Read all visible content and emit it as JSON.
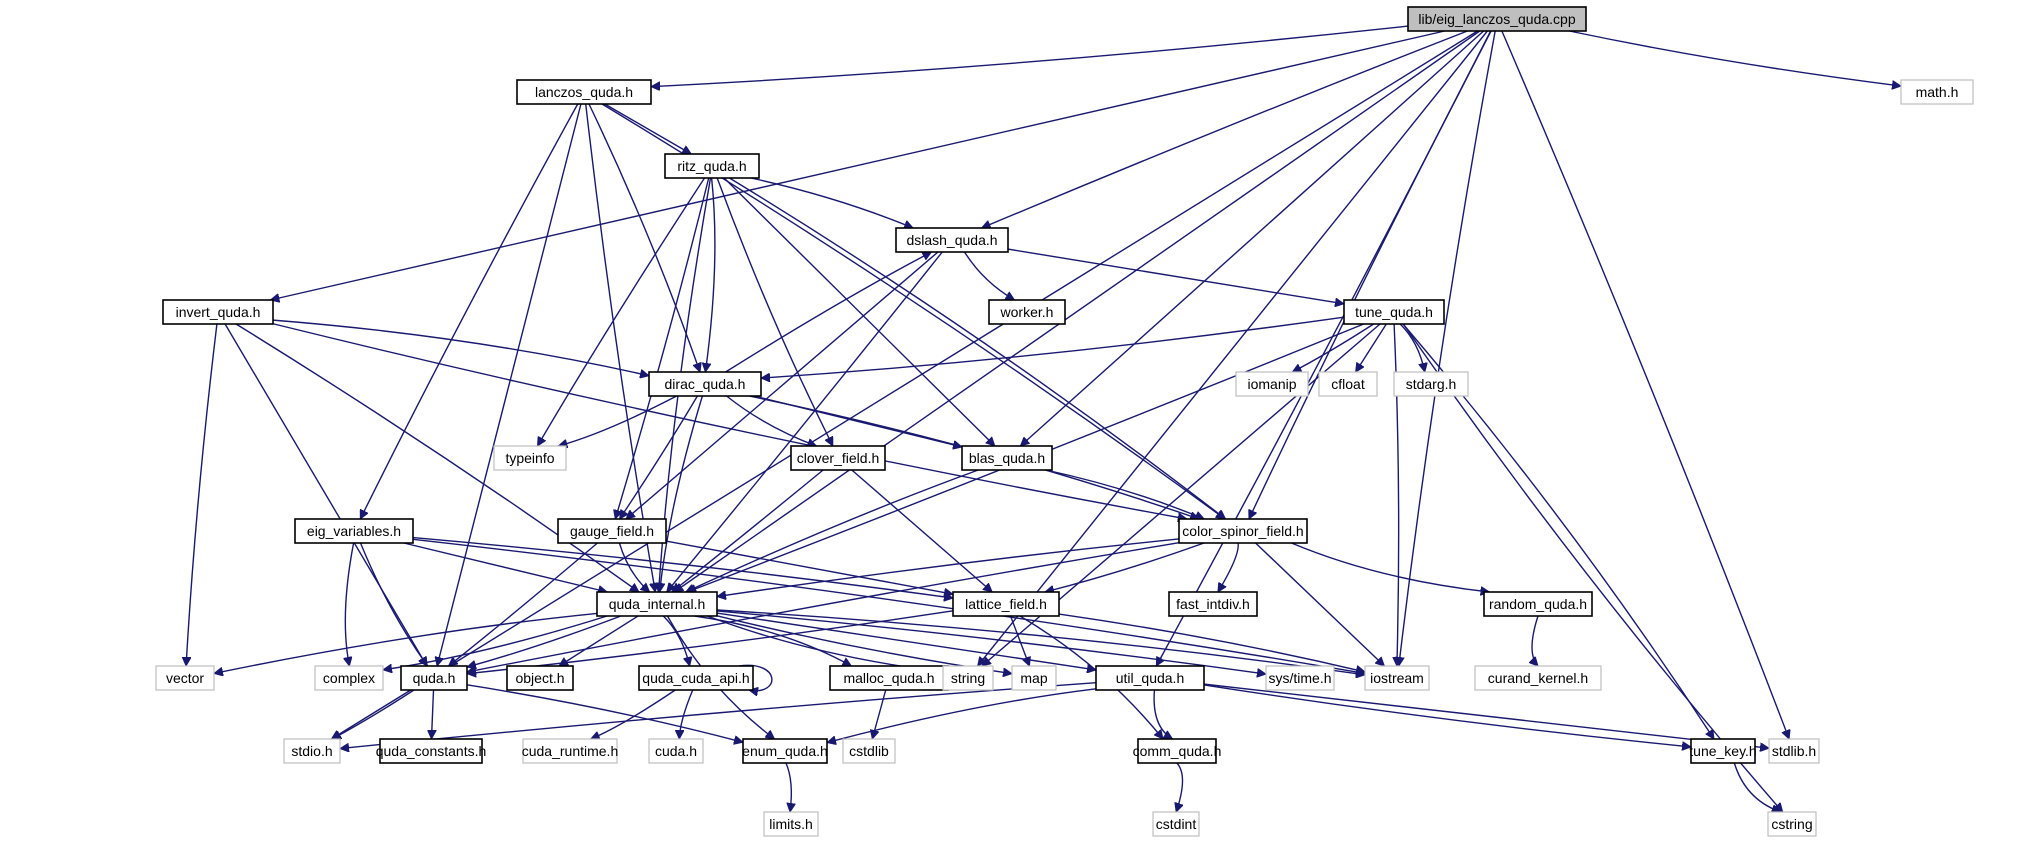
{
  "title": "Include dependency graph for lib/eig_lanczos_quda.cpp",
  "colors": {
    "edge": "#191970",
    "root_fill": "#bfbfbf",
    "root_border": "#000000",
    "project_border": "#000000",
    "system_border": "#bfbfbf",
    "node_fill": "#ffffff"
  },
  "nodes": [
    {
      "id": "root",
      "label": "lib/eig_lanczos_quda.cpp",
      "kind": "root"
    },
    {
      "id": "lanczos",
      "label": "lanczos_quda.h",
      "kind": "project"
    },
    {
      "id": "math",
      "label": "math.h",
      "kind": "system"
    },
    {
      "id": "ritz",
      "label": "ritz_quda.h",
      "kind": "project"
    },
    {
      "id": "dslash",
      "label": "dslash_quda.h",
      "kind": "project"
    },
    {
      "id": "invert",
      "label": "invert_quda.h",
      "kind": "project"
    },
    {
      "id": "worker",
      "label": "worker.h",
      "kind": "project"
    },
    {
      "id": "tune",
      "label": "tune_quda.h",
      "kind": "project"
    },
    {
      "id": "dirac",
      "label": "dirac_quda.h",
      "kind": "project"
    },
    {
      "id": "iomanip",
      "label": "iomanip",
      "kind": "system"
    },
    {
      "id": "cfloat",
      "label": "cfloat",
      "kind": "system"
    },
    {
      "id": "stdarg",
      "label": "stdarg.h",
      "kind": "system"
    },
    {
      "id": "typeinfo",
      "label": "typeinfo",
      "kind": "system"
    },
    {
      "id": "clover",
      "label": "clover_field.h",
      "kind": "project"
    },
    {
      "id": "blas",
      "label": "blas_quda.h",
      "kind": "project"
    },
    {
      "id": "eigvars",
      "label": "eig_variables.h",
      "kind": "project"
    },
    {
      "id": "gauge",
      "label": "gauge_field.h",
      "kind": "project"
    },
    {
      "id": "csf",
      "label": "color_spinor_field.h",
      "kind": "project"
    },
    {
      "id": "qinternal",
      "label": "quda_internal.h",
      "kind": "project"
    },
    {
      "id": "lattice",
      "label": "lattice_field.h",
      "kind": "project"
    },
    {
      "id": "fastintdiv",
      "label": "fast_intdiv.h",
      "kind": "project"
    },
    {
      "id": "random",
      "label": "random_quda.h",
      "kind": "project"
    },
    {
      "id": "vector",
      "label": "vector",
      "kind": "system"
    },
    {
      "id": "complex",
      "label": "complex",
      "kind": "system"
    },
    {
      "id": "quda",
      "label": "quda.h",
      "kind": "project"
    },
    {
      "id": "object",
      "label": "object.h",
      "kind": "project"
    },
    {
      "id": "cudaapi",
      "label": "quda_cuda_api.h",
      "kind": "project"
    },
    {
      "id": "malloc",
      "label": "malloc_quda.h",
      "kind": "project"
    },
    {
      "id": "string",
      "label": "string",
      "kind": "system"
    },
    {
      "id": "map",
      "label": "map",
      "kind": "system"
    },
    {
      "id": "util",
      "label": "util_quda.h",
      "kind": "project"
    },
    {
      "id": "systime",
      "label": "sys/time.h",
      "kind": "system"
    },
    {
      "id": "iostream",
      "label": "iostream",
      "kind": "system"
    },
    {
      "id": "curand",
      "label": "curand_kernel.h",
      "kind": "system"
    },
    {
      "id": "stdio",
      "label": "stdio.h",
      "kind": "system"
    },
    {
      "id": "qconst",
      "label": "quda_constants.h",
      "kind": "project"
    },
    {
      "id": "cudart",
      "label": "cuda_runtime.h",
      "kind": "system"
    },
    {
      "id": "cudah",
      "label": "cuda.h",
      "kind": "system"
    },
    {
      "id": "enumq",
      "label": "enum_quda.h",
      "kind": "project"
    },
    {
      "id": "cstdlib",
      "label": "cstdlib",
      "kind": "system"
    },
    {
      "id": "comm",
      "label": "comm_quda.h",
      "kind": "project"
    },
    {
      "id": "tunekey",
      "label": "tune_key.h",
      "kind": "project"
    },
    {
      "id": "stdlib",
      "label": "stdlib.h",
      "kind": "system"
    },
    {
      "id": "limits",
      "label": "limits.h",
      "kind": "system"
    },
    {
      "id": "cstdint",
      "label": "cstdint",
      "kind": "system"
    },
    {
      "id": "cstring",
      "label": "cstring",
      "kind": "system"
    }
  ],
  "edges": [
    [
      "root",
      "lanczos"
    ],
    [
      "root",
      "math"
    ],
    [
      "root",
      "invert"
    ],
    [
      "root",
      "dslash"
    ],
    [
      "root",
      "blas"
    ],
    [
      "root",
      "csf"
    ],
    [
      "root",
      "qinternal"
    ],
    [
      "root",
      "stdio"
    ],
    [
      "root",
      "stdlib"
    ],
    [
      "root",
      "util"
    ],
    [
      "root",
      "iostream"
    ],
    [
      "root",
      "string"
    ],
    [
      "lanczos",
      "ritz"
    ],
    [
      "lanczos",
      "dirac"
    ],
    [
      "lanczos",
      "csf"
    ],
    [
      "lanczos",
      "eigvars"
    ],
    [
      "lanczos",
      "qinternal"
    ],
    [
      "lanczos",
      "quda"
    ],
    [
      "ritz",
      "dslash"
    ],
    [
      "ritz",
      "dirac"
    ],
    [
      "ritz",
      "typeinfo"
    ],
    [
      "ritz",
      "clover"
    ],
    [
      "ritz",
      "blas"
    ],
    [
      "ritz",
      "gauge"
    ],
    [
      "ritz",
      "csf"
    ],
    [
      "ritz",
      "qinternal"
    ],
    [
      "dslash",
      "worker"
    ],
    [
      "dslash",
      "tune"
    ],
    [
      "dslash",
      "gauge"
    ],
    [
      "dslash",
      "qinternal"
    ],
    [
      "tune",
      "dirac"
    ],
    [
      "tune",
      "iomanip"
    ],
    [
      "tune",
      "cfloat"
    ],
    [
      "tune",
      "stdarg"
    ],
    [
      "tune",
      "tunekey"
    ],
    [
      "tune",
      "cstring"
    ],
    [
      "tune",
      "qinternal"
    ],
    [
      "tune",
      "string"
    ],
    [
      "tune",
      "iostream"
    ],
    [
      "invert",
      "dirac"
    ],
    [
      "invert",
      "csf"
    ],
    [
      "invert",
      "vector"
    ],
    [
      "invert",
      "quda"
    ],
    [
      "invert",
      "qinternal"
    ],
    [
      "dirac",
      "dslash"
    ],
    [
      "dirac",
      "typeinfo"
    ],
    [
      "dirac",
      "clover"
    ],
    [
      "dirac",
      "blas"
    ],
    [
      "dirac",
      "gauge"
    ],
    [
      "dirac",
      "csf"
    ],
    [
      "dirac",
      "qinternal"
    ],
    [
      "clover",
      "qinternal"
    ],
    [
      "clover",
      "lattice"
    ],
    [
      "blas",
      "csf"
    ],
    [
      "blas",
      "qinternal"
    ],
    [
      "eigvars",
      "complex"
    ],
    [
      "eigvars",
      "quda"
    ],
    [
      "eigvars",
      "qinternal"
    ],
    [
      "eigvars",
      "lattice"
    ],
    [
      "eigvars",
      "iostream"
    ],
    [
      "gauge",
      "quda"
    ],
    [
      "gauge",
      "qinternal"
    ],
    [
      "gauge",
      "lattice"
    ],
    [
      "csf",
      "qinternal"
    ],
    [
      "csf",
      "fastintdiv"
    ],
    [
      "csf",
      "random"
    ],
    [
      "csf",
      "lattice"
    ],
    [
      "csf",
      "iostream"
    ],
    [
      "csf",
      "quda"
    ],
    [
      "qinternal",
      "vector"
    ],
    [
      "qinternal",
      "complex"
    ],
    [
      "qinternal",
      "quda"
    ],
    [
      "qinternal",
      "object"
    ],
    [
      "qinternal",
      "cudaapi"
    ],
    [
      "qinternal",
      "malloc"
    ],
    [
      "qinternal",
      "string"
    ],
    [
      "qinternal",
      "map"
    ],
    [
      "qinternal",
      "util"
    ],
    [
      "qinternal",
      "systime"
    ],
    [
      "qinternal",
      "iostream"
    ],
    [
      "qinternal",
      "enumq"
    ],
    [
      "lattice",
      "quda"
    ],
    [
      "lattice",
      "map"
    ],
    [
      "lattice",
      "iostream"
    ],
    [
      "lattice",
      "comm"
    ],
    [
      "random",
      "curand"
    ],
    [
      "quda",
      "stdio"
    ],
    [
      "quda",
      "qconst"
    ],
    [
      "quda",
      "enumq"
    ],
    [
      "cudaapi",
      "cudaapi"
    ],
    [
      "cudaapi",
      "cudart"
    ],
    [
      "cudaapi",
      "cudah"
    ],
    [
      "malloc",
      "cstdlib"
    ],
    [
      "util",
      "stdio"
    ],
    [
      "util",
      "enumq"
    ],
    [
      "util",
      "comm"
    ],
    [
      "util",
      "tunekey"
    ],
    [
      "util",
      "stdlib"
    ],
    [
      "enumq",
      "limits"
    ],
    [
      "comm",
      "cstdint"
    ],
    [
      "tunekey",
      "cstring"
    ]
  ]
}
